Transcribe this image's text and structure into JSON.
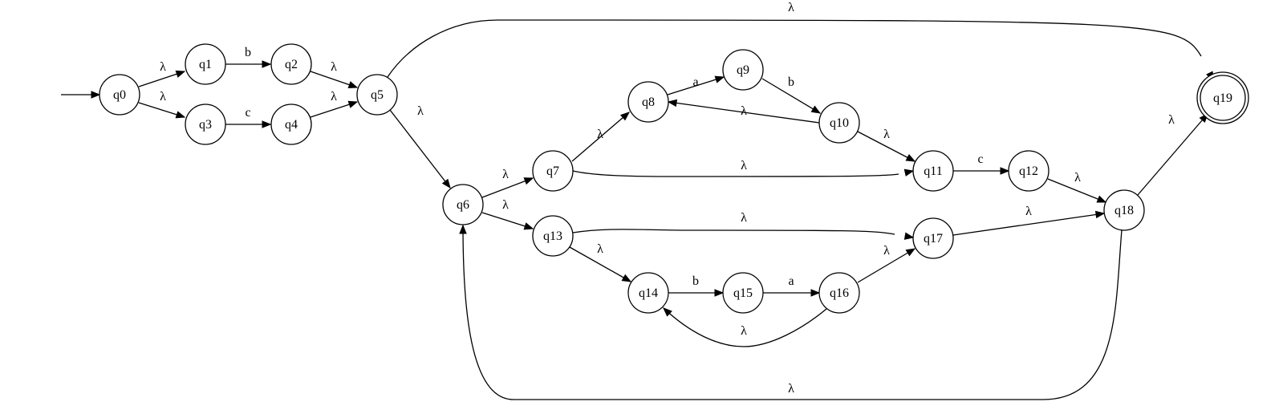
{
  "states": {
    "q0": "q0",
    "q1": "q1",
    "q2": "q2",
    "q3": "q3",
    "q4": "q4",
    "q5": "q5",
    "q6": "q6",
    "q7": "q7",
    "q8": "q8",
    "q9": "q9",
    "q10": "q10",
    "q11": "q11",
    "q12": "q12",
    "q13": "q13",
    "q14": "q14",
    "q15": "q15",
    "q16": "q16",
    "q17": "q17",
    "q18": "q18",
    "q19": "q19"
  },
  "start_state": "q0",
  "accept_states": [
    "q19"
  ],
  "transitions": [
    {
      "id": "q0-q1",
      "from": "q0",
      "to": "q1",
      "label": "λ"
    },
    {
      "id": "q0-q3",
      "from": "q0",
      "to": "q3",
      "label": "λ"
    },
    {
      "id": "q1-q2",
      "from": "q1",
      "to": "q2",
      "label": "b"
    },
    {
      "id": "q3-q4",
      "from": "q3",
      "to": "q4",
      "label": "c"
    },
    {
      "id": "q2-q5",
      "from": "q2",
      "to": "q5",
      "label": "λ"
    },
    {
      "id": "q4-q5",
      "from": "q4",
      "to": "q5",
      "label": "λ"
    },
    {
      "id": "q5-q19",
      "from": "q5",
      "to": "q19",
      "label": "λ"
    },
    {
      "id": "q5-q6",
      "from": "q5",
      "to": "q6",
      "label": "λ"
    },
    {
      "id": "q6-q7",
      "from": "q6",
      "to": "q7",
      "label": "λ"
    },
    {
      "id": "q6-q13",
      "from": "q6",
      "to": "q13",
      "label": "λ"
    },
    {
      "id": "q7-q8",
      "from": "q7",
      "to": "q8",
      "label": "λ"
    },
    {
      "id": "q7-q11",
      "from": "q7",
      "to": "q11",
      "label": "λ"
    },
    {
      "id": "q8-q9",
      "from": "q8",
      "to": "q9",
      "label": "a"
    },
    {
      "id": "q9-q10",
      "from": "q9",
      "to": "q10",
      "label": "b"
    },
    {
      "id": "q10-q8",
      "from": "q10",
      "to": "q8",
      "label": "λ"
    },
    {
      "id": "q10-q11",
      "from": "q10",
      "to": "q11",
      "label": "λ"
    },
    {
      "id": "q11-q12",
      "from": "q11",
      "to": "q12",
      "label": "c"
    },
    {
      "id": "q12-q18",
      "from": "q12",
      "to": "q18",
      "label": "λ"
    },
    {
      "id": "q13-q17",
      "from": "q13",
      "to": "q17",
      "label": "λ"
    },
    {
      "id": "q13-q14",
      "from": "q13",
      "to": "q14",
      "label": "λ"
    },
    {
      "id": "q14-q15",
      "from": "q14",
      "to": "q15",
      "label": "b"
    },
    {
      "id": "q15-q16",
      "from": "q15",
      "to": "q16",
      "label": "a"
    },
    {
      "id": "q16-q14",
      "from": "q16",
      "to": "q14",
      "label": "λ"
    },
    {
      "id": "q16-q17",
      "from": "q16",
      "to": "q17",
      "label": "λ"
    },
    {
      "id": "q17-q18",
      "from": "q17",
      "to": "q18",
      "label": "λ"
    },
    {
      "id": "q18-q19",
      "from": "q18",
      "to": "q19",
      "label": "λ"
    },
    {
      "id": "q18-q6",
      "from": "q18",
      "to": "q6",
      "label": "λ"
    }
  ]
}
